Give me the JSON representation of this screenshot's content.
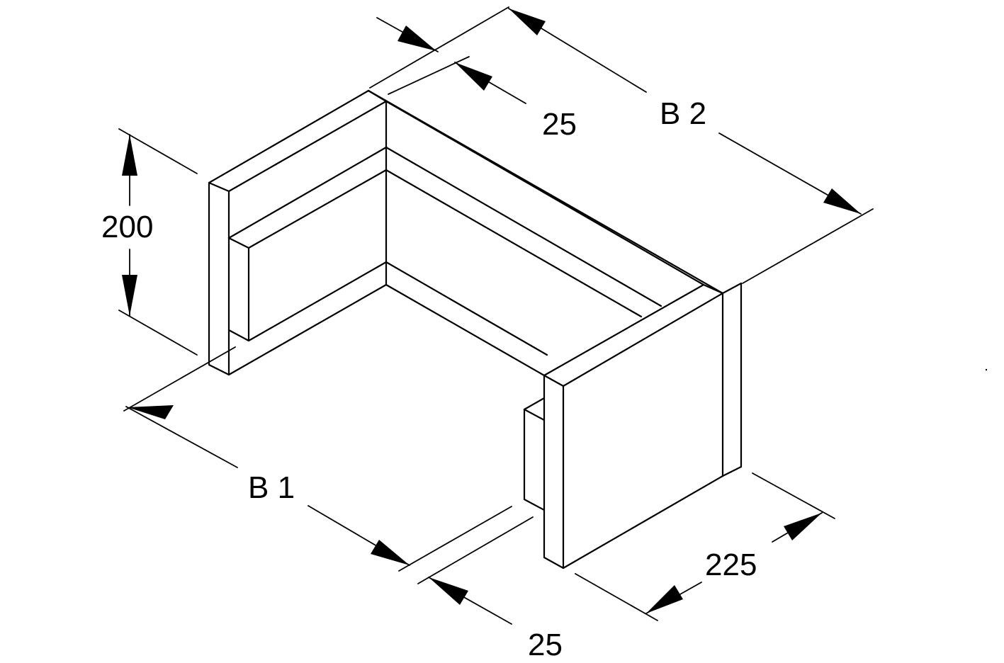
{
  "dimensions": {
    "height": "200",
    "width_b1": "B 1",
    "width_b2": "B 2",
    "flange_top": "25",
    "flange_bottom": "25",
    "depth": "225"
  }
}
